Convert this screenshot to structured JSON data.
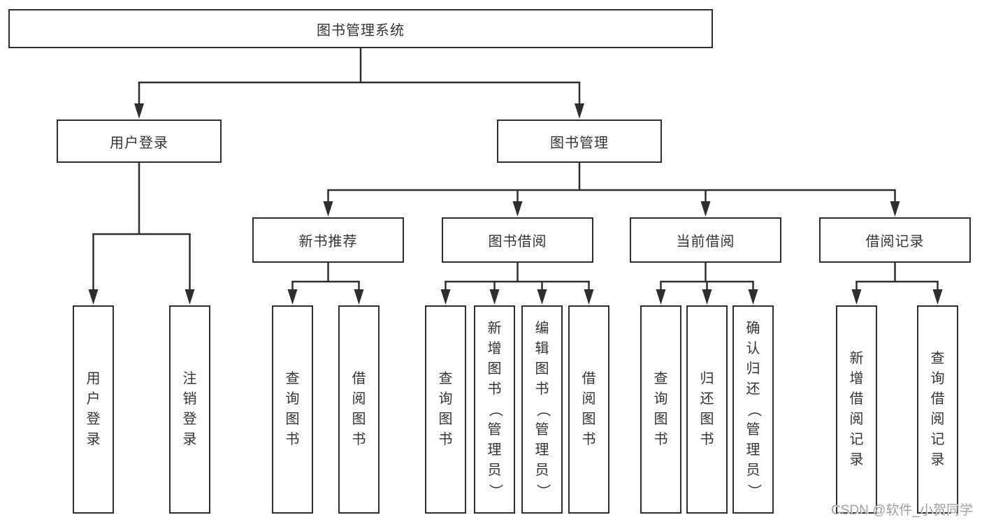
{
  "diagram": {
    "title": "图书管理系统",
    "root": {
      "label": "图书管理系统"
    },
    "level2": [
      {
        "label": "用户登录"
      },
      {
        "label": "图书管理"
      }
    ],
    "level3": [
      {
        "label": "新书推荐"
      },
      {
        "label": "图书借阅"
      },
      {
        "label": "当前借阅"
      },
      {
        "label": "借阅记录"
      }
    ],
    "leaves": {
      "user_login": [
        "用户登录",
        "注销登录"
      ],
      "new_book_recommend": [
        "查询图书",
        "借阅图书"
      ],
      "book_borrow": [
        "查询图书",
        "新增图书（管理员）",
        "编辑图书（管理员）",
        "借阅图书"
      ],
      "current_borrow": [
        "查询图书",
        "归还图书",
        "确认归还（管理员）"
      ],
      "borrow_record": [
        "新增借阅记录",
        "查询借阅记录"
      ]
    }
  },
  "watermark": {
    "text": "CSDN @软件_小贺同学"
  },
  "colors": {
    "line": "#2e2e2e",
    "border": "#2e2e2e",
    "text": "#333333",
    "watermark": "#a0a0a0",
    "background": "#ffffff"
  }
}
